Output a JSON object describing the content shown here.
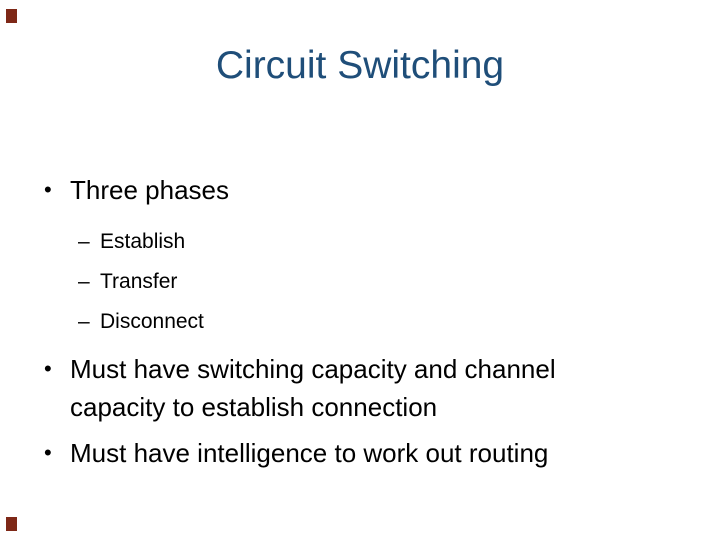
{
  "slide": {
    "title": "Circuit Switching",
    "colors": {
      "title_text": "#1f4e79",
      "body_text": "#000000",
      "background": "#ffffff",
      "corner_accent": "#7e2817"
    },
    "bullets": [
      {
        "level": 1,
        "marker": "•",
        "text": "Three phases"
      },
      {
        "level": 2,
        "marker": "–",
        "text": "Establish"
      },
      {
        "level": 2,
        "marker": "–",
        "text": "Transfer"
      },
      {
        "level": 2,
        "marker": "–",
        "text": "Disconnect"
      },
      {
        "level": 1,
        "marker": "•",
        "text": "Must have switching capacity and channel capacity to establish connection"
      },
      {
        "level": 1,
        "marker": "•",
        "text": "Must have intelligence to work out routing"
      }
    ]
  }
}
